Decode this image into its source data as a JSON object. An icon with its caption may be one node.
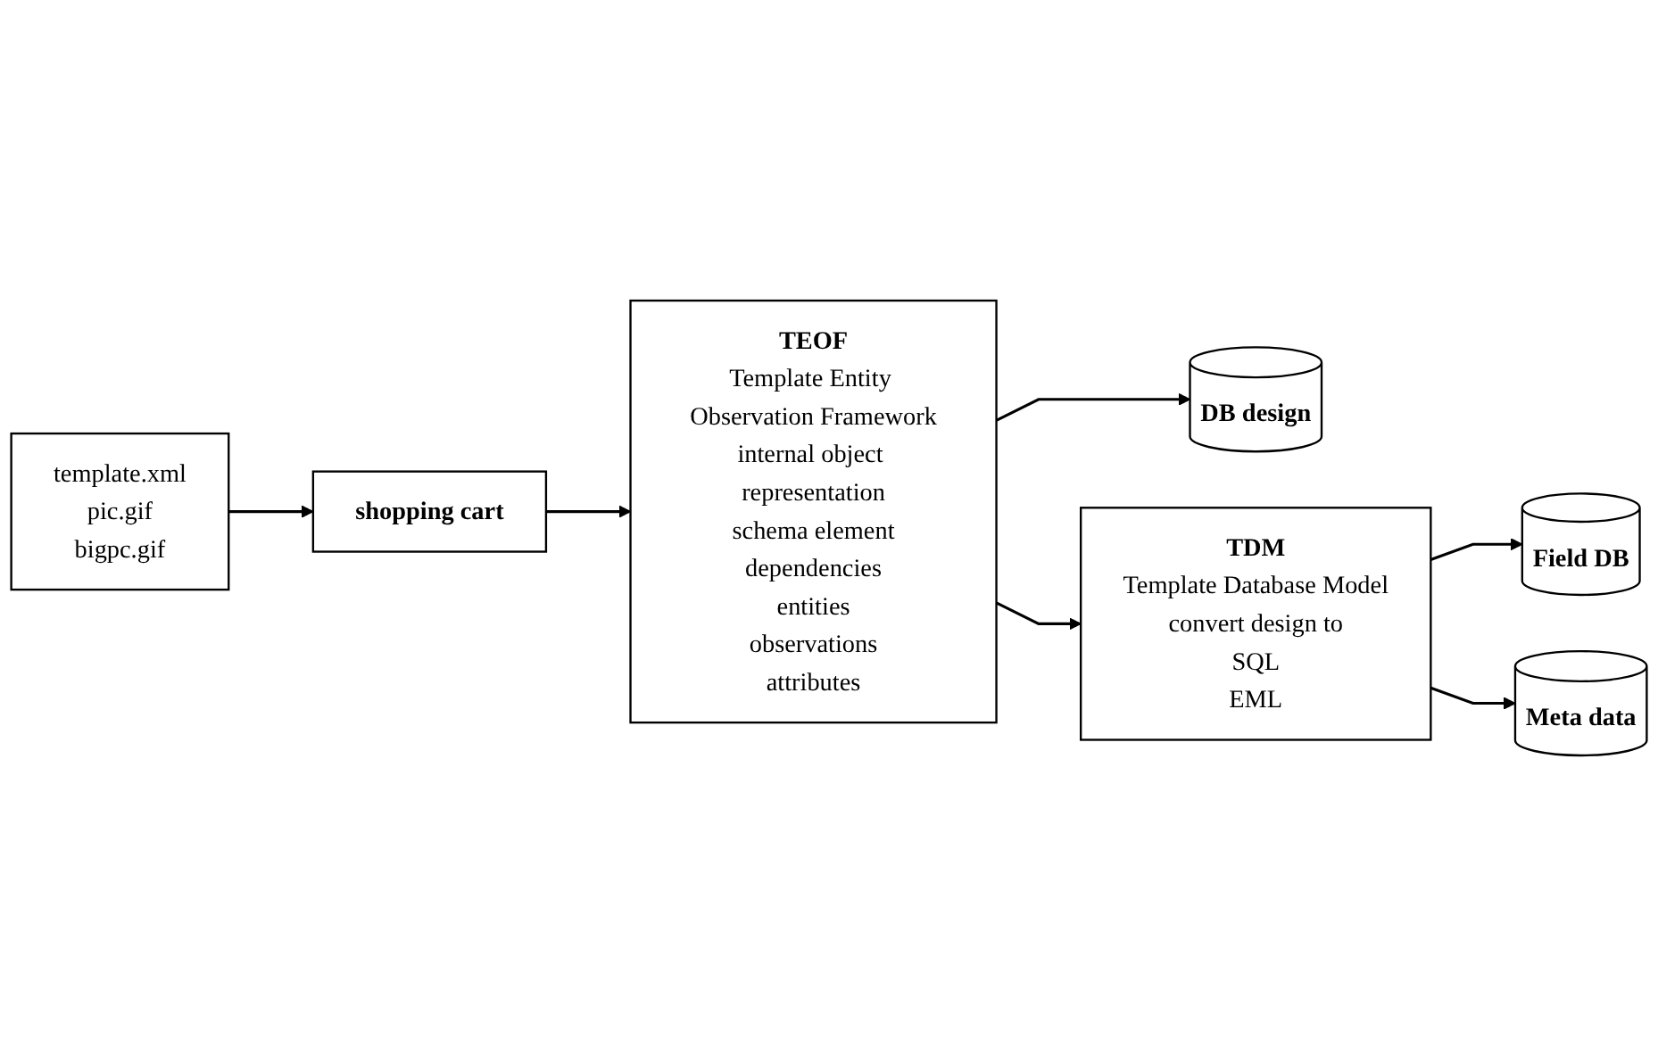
{
  "diagram": {
    "nodes": [
      {
        "text": [
          "template.xml",
          "pic.gif",
          "bigpc.gif"
        ]
      },
      {
        "text": [
          "shopping cart"
        ]
      },
      {
        "text": [
          "DB design"
        ]
      },
      {
        "text": [
          "Field DB"
        ]
      },
      {
        "text": [
          "Meta data"
        ]
      },
      {
        "text": [
          "TEOF",
          "Template Entity Observation Framework",
          "internal object representation",
          "schema element",
          "dependencies",
          "entities",
          "observations",
          "attributes"
        ]
      },
      {
        "text": [
          "TDM",
          "Template Database Model",
          "convert design to",
          "SQL",
          "EML"
        ]
      }
    ],
    "edges": [
      {
        "from": 0,
        "to": 1,
        "arrow": "to"
      },
      {
        "from": 1,
        "to": 5,
        "arrow": "to"
      },
      {
        "from": 5,
        "to": 2,
        "arrow": "to"
      },
      {
        "from": 5,
        "to": 6,
        "arrow": "to"
      },
      {
        "from": 6,
        "to": 3,
        "arrow": "to"
      },
      {
        "from": 6,
        "to": 4,
        "arrow": "to"
      }
    ]
  }
}
